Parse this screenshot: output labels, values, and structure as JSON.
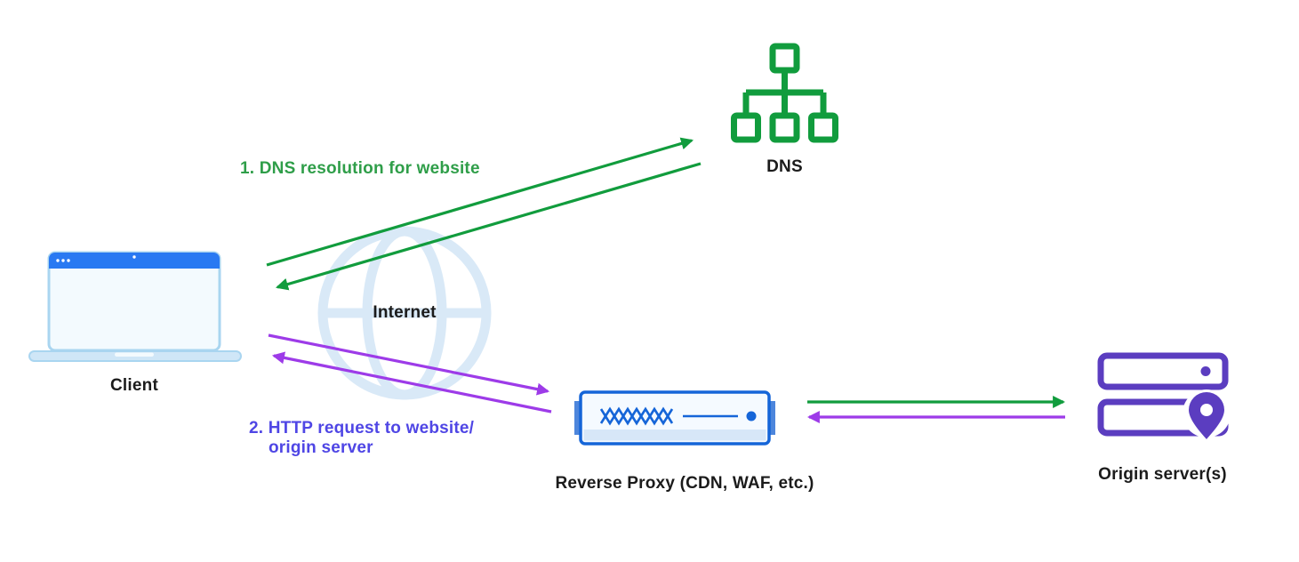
{
  "nodes": {
    "client": {
      "label": "Client"
    },
    "internet": {
      "label": "Internet"
    },
    "dns": {
      "label": "DNS"
    },
    "reverse_proxy": {
      "label": "Reverse Proxy (CDN, WAF, etc.)"
    },
    "origin": {
      "label": "Origin server(s)"
    }
  },
  "flows": {
    "dns_resolution": {
      "step": "1",
      "label": "1. DNS resolution for website"
    },
    "http_request": {
      "step": "2",
      "label_line1": "2. HTTP request to website/",
      "label_line2": "origin server"
    }
  },
  "colors": {
    "green": "#119c3d",
    "text-green": "#2f9e49",
    "purple": "#9d3be8",
    "text-purple": "#4f46e5",
    "origin-purple": "#5b3dc0",
    "proxy-blue": "#1565d8",
    "laptop-blue": "#2979f2",
    "laptop-light": "#cfe6f7",
    "laptop-border": "#a9d5f0",
    "globe-blue": "#d9e9f7",
    "text-dark": "#1b1b1b"
  }
}
